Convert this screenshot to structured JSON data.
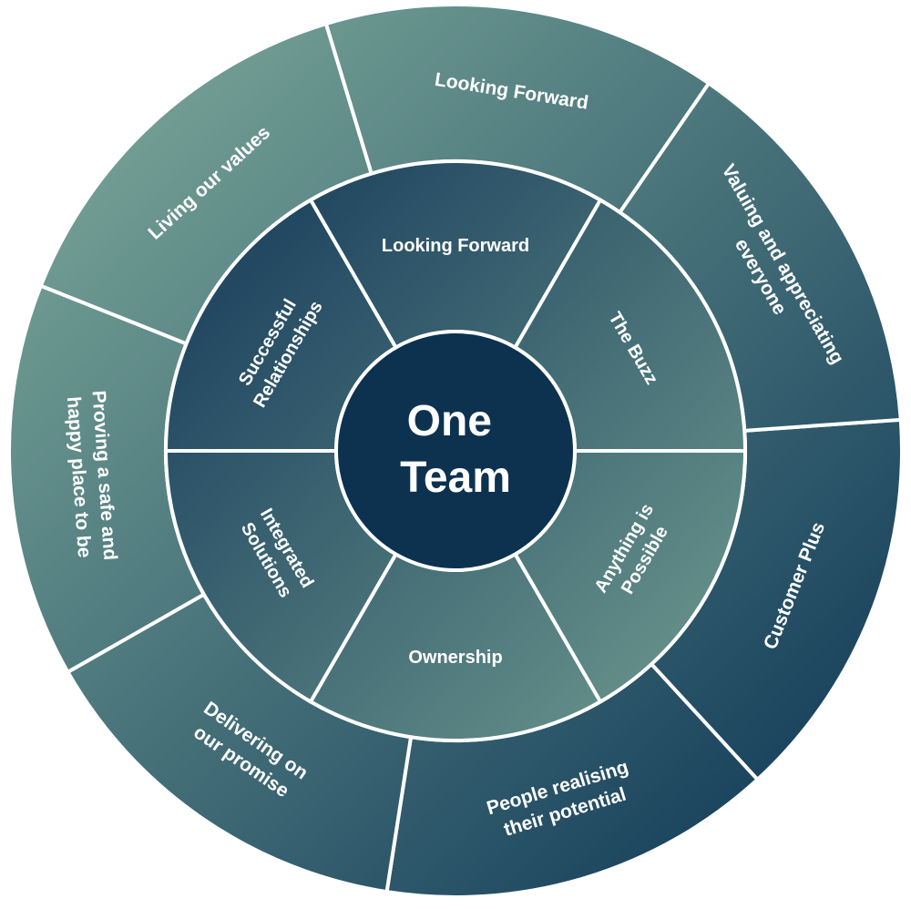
{
  "center": {
    "lines": [
      "One",
      "Team"
    ]
  },
  "middle_ring": {
    "segments": [
      {
        "lines": [
          "Looking Forward"
        ]
      },
      {
        "lines": [
          "The Buzz"
        ]
      },
      {
        "lines": [
          "Anything is",
          "Possible"
        ]
      },
      {
        "lines": [
          "Ownership"
        ]
      },
      {
        "lines": [
          "Integrated",
          "Solutions"
        ]
      },
      {
        "lines": [
          "Successful",
          "Relationships"
        ]
      }
    ]
  },
  "outer_ring": {
    "segments": [
      {
        "lines": [
          "Customer Plus"
        ]
      },
      {
        "lines": [
          "People realising",
          "their potential"
        ]
      },
      {
        "lines": [
          "Delivering on",
          "our promise"
        ]
      },
      {
        "lines": [
          "Proving a safe and",
          "happy place to be"
        ]
      },
      {
        "lines": [
          "Living our values"
        ]
      },
      {
        "lines": [
          "Looking Forward"
        ]
      },
      {
        "lines": [
          "Valuing and appreciating",
          "everyone"
        ]
      }
    ]
  },
  "colors": {
    "center": "#0d3250",
    "outer_light": "#74a095",
    "outer_dark": "#17405c",
    "mid_dark": "#1f4560",
    "mid_light": "#66918a",
    "divider": "#ffffff"
  }
}
